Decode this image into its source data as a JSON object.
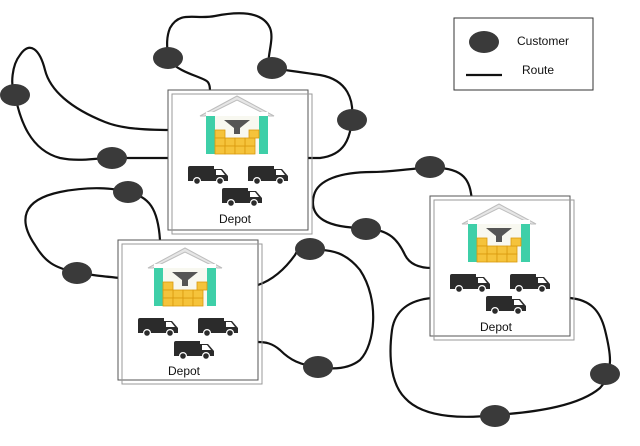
{
  "legend": {
    "customer_label": "Customer",
    "route_label": "Route"
  },
  "depots": [
    {
      "label": "Depot",
      "vans": 3
    },
    {
      "label": "Depot",
      "vans": 3
    },
    {
      "label": "Depot",
      "vans": 3
    }
  ],
  "colors": {
    "customer": "#3a3a3a",
    "route": "#111111",
    "warehouse_roof": "#ffffff",
    "warehouse_wall": "#3ecfa8",
    "boxes": "#f5c33b",
    "van": "#2b2b2b",
    "frame": "#333333"
  },
  "icons": [
    "warehouse-icon",
    "van-icon",
    "customer-node",
    "route-line"
  ]
}
